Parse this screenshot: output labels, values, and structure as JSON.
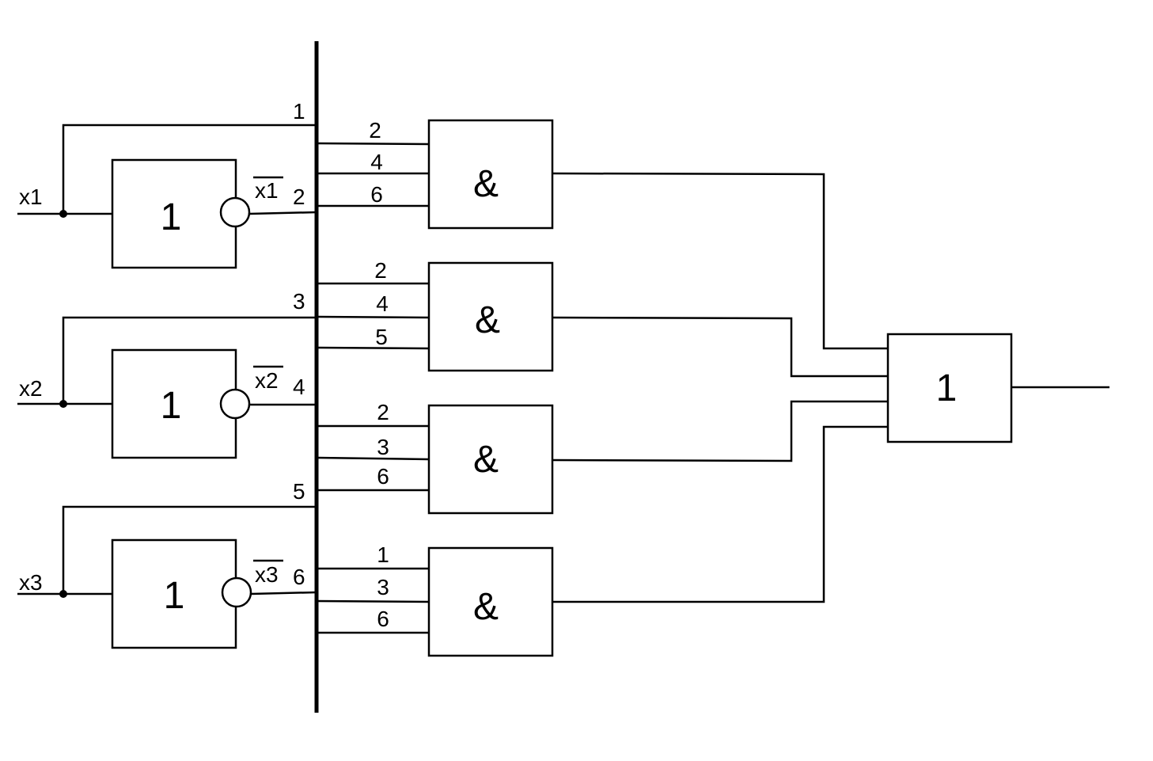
{
  "inputs": [
    {
      "label": "x1",
      "inverted_label": "x1",
      "direct_line": "1",
      "inverted_line": "2"
    },
    {
      "label": "x2",
      "inverted_label": "x2",
      "direct_line": "3",
      "inverted_line": "4"
    },
    {
      "label": "x3",
      "inverted_label": "x3",
      "direct_line": "5",
      "inverted_line": "6"
    }
  ],
  "not_gate_symbol": "1",
  "and_gate_symbol": "&",
  "or_gate_symbol": "1",
  "and_gates": [
    {
      "inputs": [
        "2",
        "4",
        "6"
      ]
    },
    {
      "inputs": [
        "2",
        "4",
        "5"
      ]
    },
    {
      "inputs": [
        "2",
        "3",
        "6"
      ]
    },
    {
      "inputs": [
        "1",
        "3",
        "6"
      ]
    }
  ]
}
